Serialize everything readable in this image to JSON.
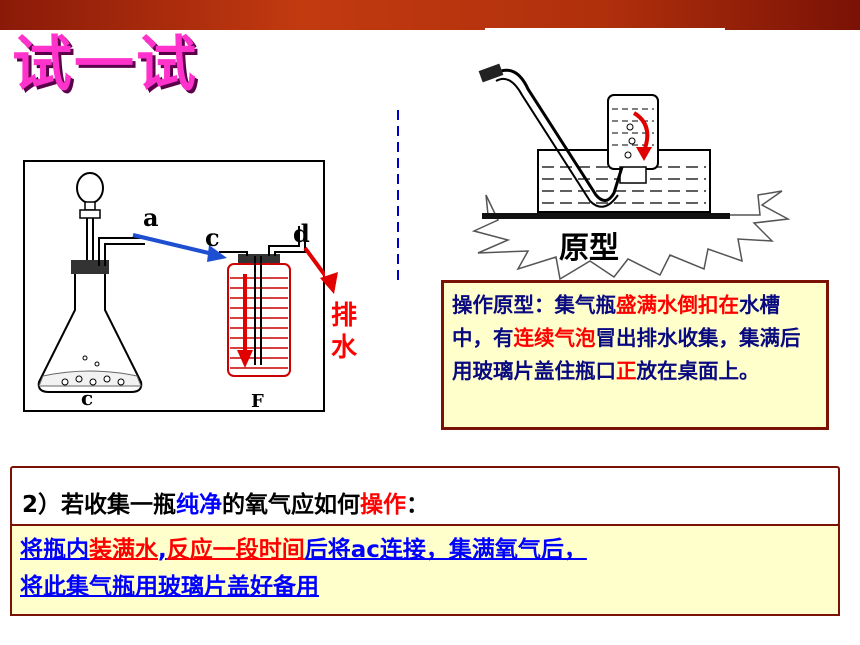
{
  "title": "试一试",
  "left_diagram": {
    "labels": {
      "a": "a",
      "c_tube": "c",
      "d": "d",
      "flask": "c",
      "bottle": "F"
    },
    "drain": [
      "排",
      "水"
    ]
  },
  "right_diagram": {
    "prototype_label": "原型"
  },
  "info_box": {
    "segments": [
      {
        "text": "操作原型：集气瓶",
        "style": "normal"
      },
      {
        "text": "盛满水倒扣在",
        "style": "red"
      },
      {
        "text": "水槽中，有",
        "style": "normal"
      },
      {
        "text": "连续气泡",
        "style": "red"
      },
      {
        "text": "冒出排水收集，集满后用玻璃片盖住瓶口",
        "style": "normal"
      },
      {
        "text": "正",
        "style": "red"
      },
      {
        "text": "放在桌面上。",
        "style": "normal"
      }
    ]
  },
  "question": {
    "p1": "2）若收集一瓶",
    "p2": "纯净",
    "p3": "的氧气应如何",
    "p4": "操作",
    "p5": "："
  },
  "answer": {
    "l1a": "将瓶内",
    "l1b": "装满水",
    "l1c": ",",
    "l1d": "反应一段时间",
    "l1e": "后将ac连接，集满氧气后，",
    "l2": "将此集气瓶用玻璃片盖好备用"
  },
  "colors": {
    "title": "#ff33cc",
    "accent_red": "#ff0000",
    "text_blue": "#0000ff",
    "box_bg": "#ffffcc",
    "border": "#7a1205"
  }
}
